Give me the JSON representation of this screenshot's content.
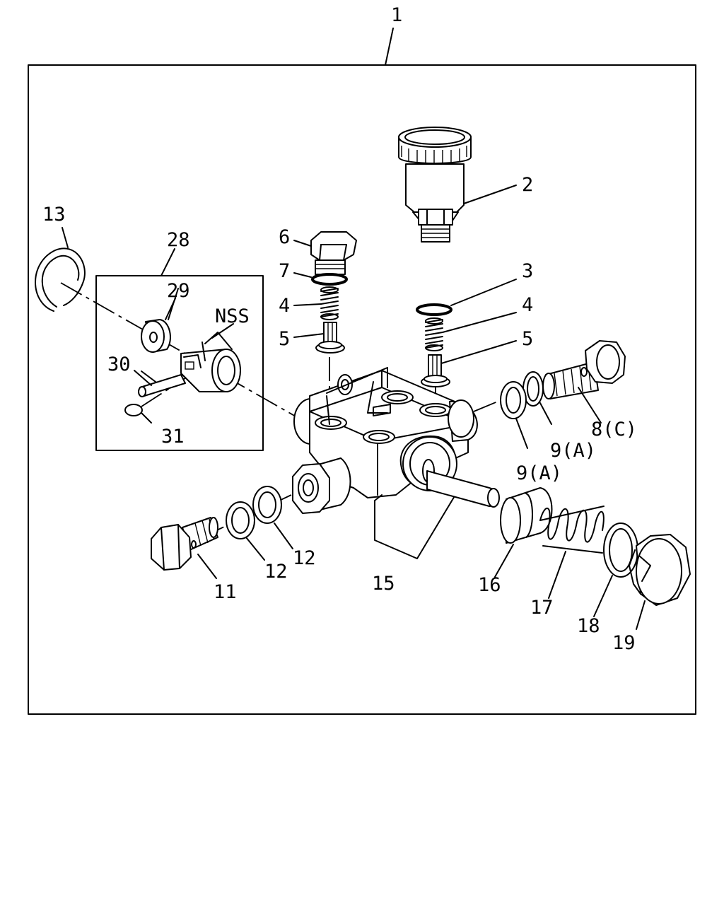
{
  "labels": {
    "l1": "1",
    "l2": "2",
    "l3": "3",
    "l4a": "4",
    "l4b": "4",
    "l5a": "5",
    "l5b": "5",
    "l6": "6",
    "l7": "7",
    "l8": "8(C)",
    "l9a": "9(A)",
    "l9b": "9(A)",
    "l11": "11",
    "l12a": "12",
    "l12b": "12",
    "l13": "13",
    "l15": "15",
    "l16": "16",
    "l17": "17",
    "l18": "18",
    "l19": "19",
    "l28": "28",
    "l29": "29",
    "l30": "30",
    "l31": "31",
    "nss": "NSS"
  }
}
